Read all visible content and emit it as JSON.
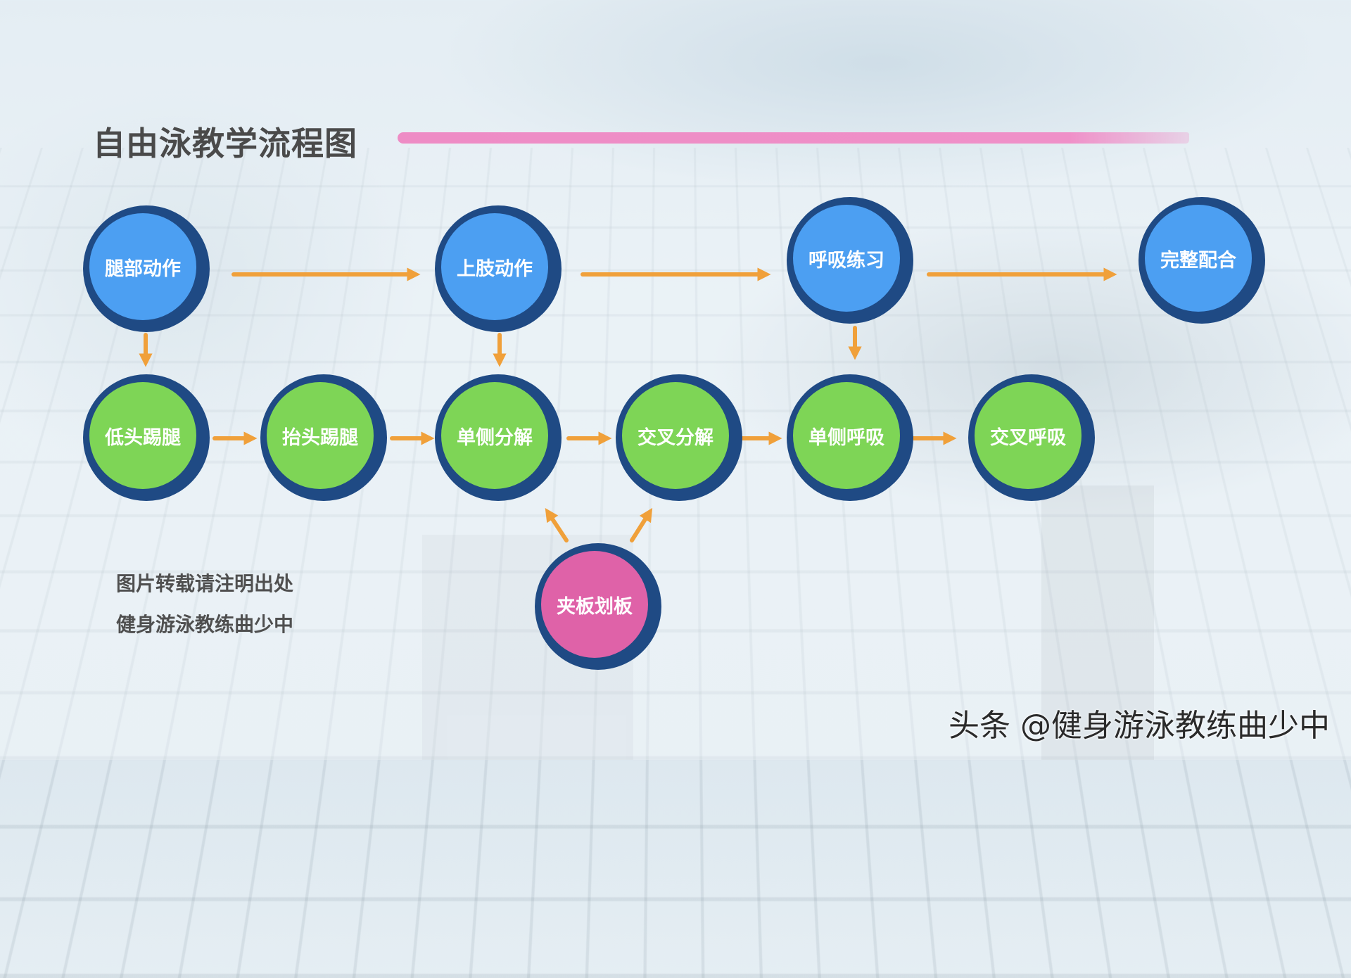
{
  "title": "自由泳教学流程图",
  "colors": {
    "blue": "#4c9ff2",
    "green": "#7ed556",
    "pink": "#df62a8",
    "ring": "#1f4a84",
    "arrow": "#f0a03a",
    "title_stroke": "#ee8cc5"
  },
  "nodes": {
    "leg": "腿部动作",
    "arm": "上肢动作",
    "breath": "呼吸练习",
    "full": "完整配合",
    "head_down_kick": "低头踢腿",
    "head_up_kick": "抬头踢腿",
    "single_arm": "单侧分解",
    "cross_arm": "交叉分解",
    "single_breath": "单侧呼吸",
    "cross_breath": "交叉呼吸",
    "board": "夹板划板"
  },
  "credits": {
    "line1": "图片转载请注明出处",
    "line2": "健身游泳教练曲少中"
  },
  "watermark": "头条 @健身游泳教练曲少中"
}
